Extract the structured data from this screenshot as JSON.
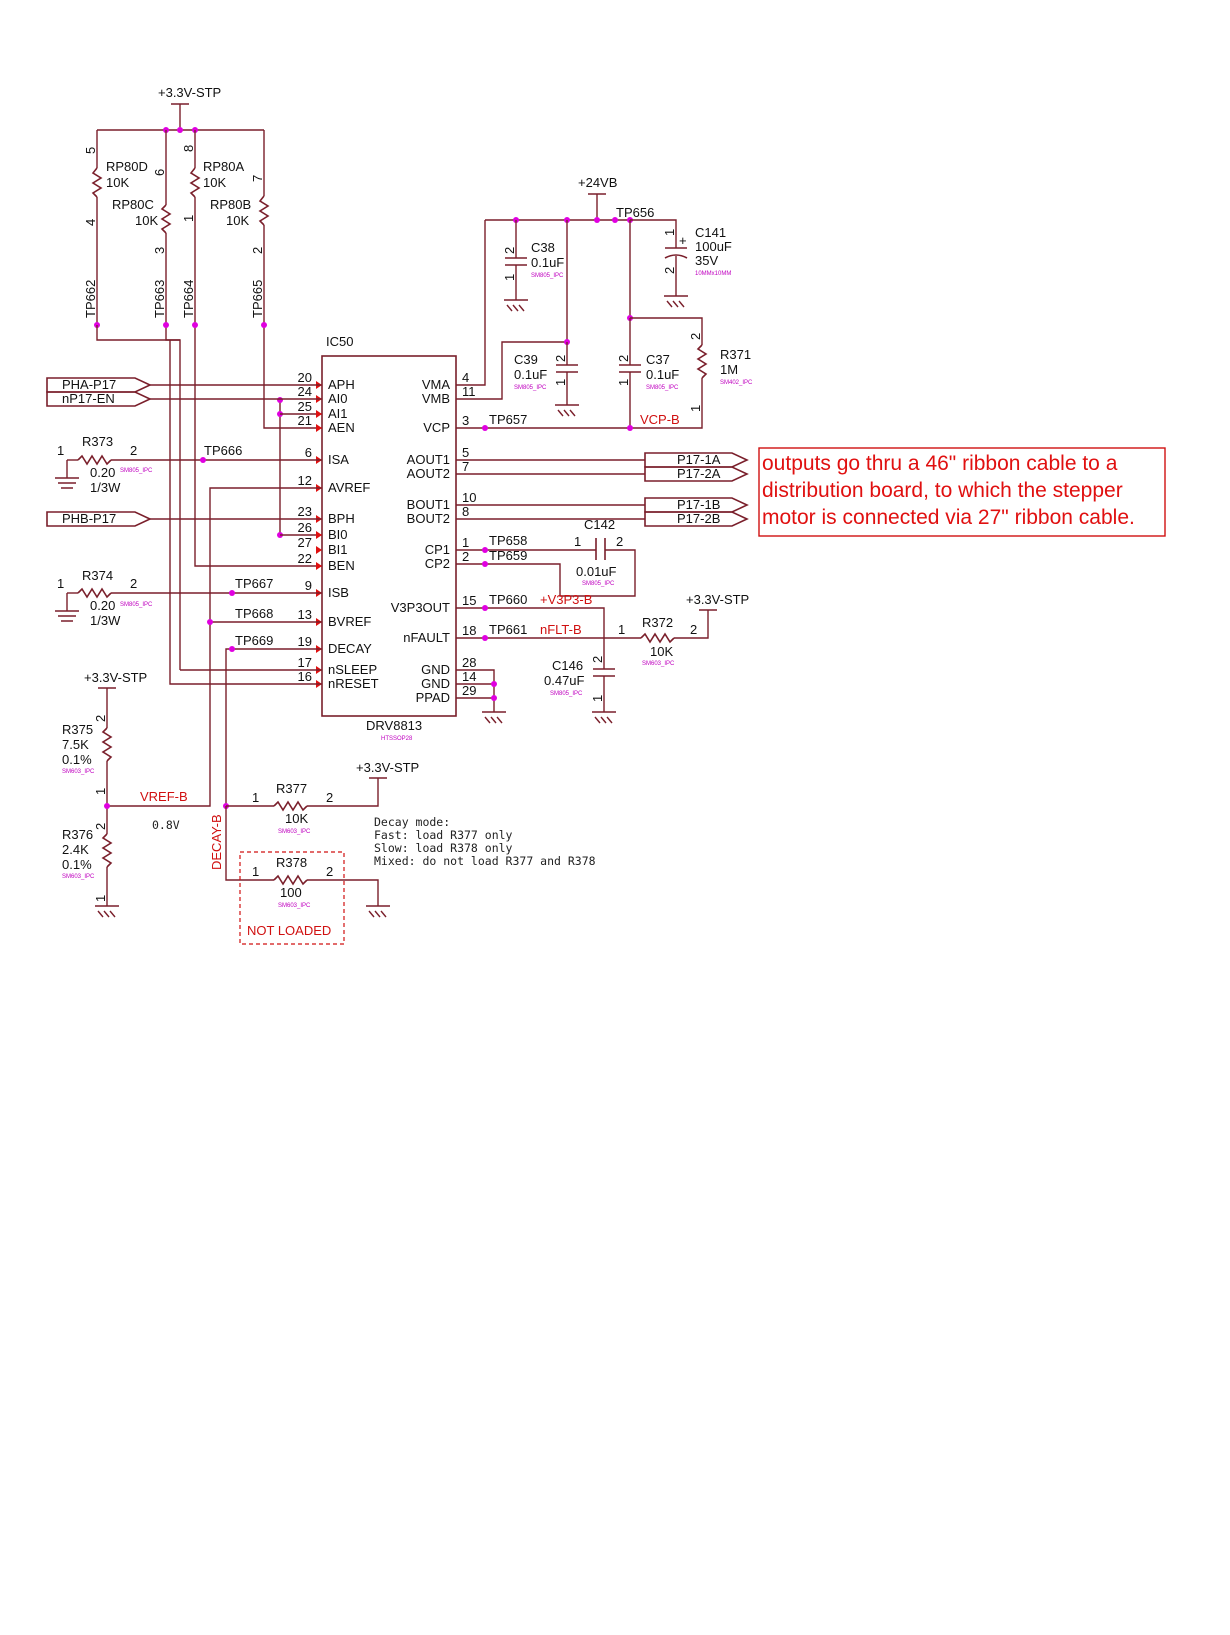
{
  "rails": {
    "top_3v3": "+3.3V-STP",
    "v24": "+24VB",
    "left_3v3": "+3.3V-STP",
    "mid_3v3": "+3.3V-STP",
    "right_3v3": "+3.3V-STP"
  },
  "ic": {
    "ref": "IC50",
    "part": "DRV8813",
    "package": "HTSSOP28",
    "left_pins": [
      {
        "num": "20",
        "name": "APH"
      },
      {
        "num": "24",
        "name": "AI0"
      },
      {
        "num": "25",
        "name": "AI1"
      },
      {
        "num": "21",
        "name": "AEN"
      },
      {
        "num": "6",
        "name": "ISA"
      },
      {
        "num": "12",
        "name": "AVREF"
      },
      {
        "num": "23",
        "name": "BPH"
      },
      {
        "num": "26",
        "name": "BI0"
      },
      {
        "num": "27",
        "name": "BI1"
      },
      {
        "num": "22",
        "name": "BEN"
      },
      {
        "num": "9",
        "name": "ISB"
      },
      {
        "num": "13",
        "name": "BVREF"
      },
      {
        "num": "19",
        "name": "DECAY"
      },
      {
        "num": "17",
        "name": "nSLEEP"
      },
      {
        "num": "16",
        "name": "nRESET"
      }
    ],
    "right_pins": [
      {
        "num": "4",
        "name": "VMA"
      },
      {
        "num": "11",
        "name": "VMB"
      },
      {
        "num": "3",
        "name": "VCP"
      },
      {
        "num": "5",
        "name": "AOUT1"
      },
      {
        "num": "7",
        "name": "AOUT2"
      },
      {
        "num": "10",
        "name": "BOUT1"
      },
      {
        "num": "8",
        "name": "BOUT2"
      },
      {
        "num": "1",
        "name": "CP1"
      },
      {
        "num": "2",
        "name": "CP2"
      },
      {
        "num": "15",
        "name": "V3P3OUT"
      },
      {
        "num": "18",
        "name": "nFAULT"
      },
      {
        "num": "28",
        "name": "GND"
      },
      {
        "num": "14",
        "name": "GND"
      },
      {
        "num": "29",
        "name": "PPAD"
      }
    ]
  },
  "resistor_pack": {
    "rp80d": {
      "ref": "RP80D",
      "value": "10K",
      "pin_top": "5",
      "pin_bot": "4"
    },
    "rp80c": {
      "ref": "RP80C",
      "value": "10K",
      "pin_top": "6",
      "pin_bot": "3"
    },
    "rp80a": {
      "ref": "RP80A",
      "value": "10K",
      "pin_top": "8",
      "pin_bot": "1"
    },
    "rp80b": {
      "ref": "RP80B",
      "value": "10K",
      "pin_top": "7",
      "pin_bot": "2"
    }
  },
  "test_points": {
    "tp662": "TP662",
    "tp663": "TP663",
    "tp664": "TP664",
    "tp665": "TP665",
    "tp656": "TP656",
    "tp657": "TP657",
    "tp658": "TP658",
    "tp659": "TP659",
    "tp660": "TP660",
    "tp661": "TP661",
    "tp666": "TP666",
    "tp667": "TP667",
    "tp668": "TP668",
    "tp669": "TP669"
  },
  "ports": {
    "pha": "PHA-P17",
    "np17en": "nP17-EN",
    "phb": "PHB-P17",
    "p1a": "P17-1A",
    "p2a": "P17-2A",
    "p1b": "P17-1B",
    "p2b": "P17-2B"
  },
  "caps": {
    "c38": {
      "ref": "C38",
      "value": "0.1uF",
      "pkg": "SM805_IPC",
      "p1": "1",
      "p2": "2"
    },
    "c141": {
      "ref": "C141",
      "value": "100uF",
      "volt": "35V",
      "pkg": "10MMx10MM",
      "p1": "1",
      "p2": "2"
    },
    "c39": {
      "ref": "C39",
      "value": "0.1uF",
      "pkg": "SM805_IPC",
      "p1": "1",
      "p2": "2"
    },
    "c37": {
      "ref": "C37",
      "value": "0.1uF",
      "pkg": "SM805_IPC",
      "p1": "1",
      "p2": "2"
    },
    "c142": {
      "ref": "C142",
      "value": "0.01uF",
      "pkg": "SM805_IPC",
      "p1": "1",
      "p2": "2"
    },
    "c146": {
      "ref": "C146",
      "value": "0.47uF",
      "pkg": "SM805_IPC",
      "p1": "1",
      "p2": "2"
    }
  },
  "resistors": {
    "r371": {
      "ref": "R371",
      "value": "1M",
      "pkg": "SM402_IPC",
      "p1": "1",
      "p2": "2"
    },
    "r373": {
      "ref": "R373",
      "value": "0.20",
      "power": "1/3W",
      "pkg": "SM805_IPC",
      "p1": "1",
      "p2": "2"
    },
    "r374": {
      "ref": "R374",
      "value": "0.20",
      "power": "1/3W",
      "pkg": "SM805_IPC",
      "p1": "1",
      "p2": "2"
    },
    "r372": {
      "ref": "R372",
      "value": "10K",
      "pkg": "SM603_IPC",
      "p1": "1",
      "p2": "2"
    },
    "r375": {
      "ref": "R375",
      "value": "7.5K",
      "tol": "0.1%",
      "pkg": "SM603_IPC",
      "p1": "1",
      "p2": "2"
    },
    "r376": {
      "ref": "R376",
      "value": "2.4K",
      "tol": "0.1%",
      "pkg": "SM603_IPC",
      "p1": "1",
      "p2": "2"
    },
    "r377": {
      "ref": "R377",
      "value": "10K",
      "pkg": "SM603_IPC",
      "p1": "1",
      "p2": "2"
    },
    "r378": {
      "ref": "R378",
      "value": "100",
      "pkg": "SM603_IPC",
      "p1": "1",
      "p2": "2"
    }
  },
  "nets": {
    "vcp_b": "VCP-B",
    "v3p3_b": "+V3P3-B",
    "nflt_b": "nFLT-B",
    "vref_b": "VREF-B",
    "vref_val": "0.8V",
    "decay_b": "DECAY-B"
  },
  "not_loaded": "NOT LOADED",
  "decay_notes": [
    "Decay mode:",
    "Fast: load R377 only",
    "Slow: load R378 only",
    "Mixed: do not load R377 and R378"
  ],
  "annotation": [
    "outputs go thru a 46\" ribbon cable to a",
    "distribution board, to which the stepper",
    "motor is connected via 27\" ribbon cable."
  ]
}
